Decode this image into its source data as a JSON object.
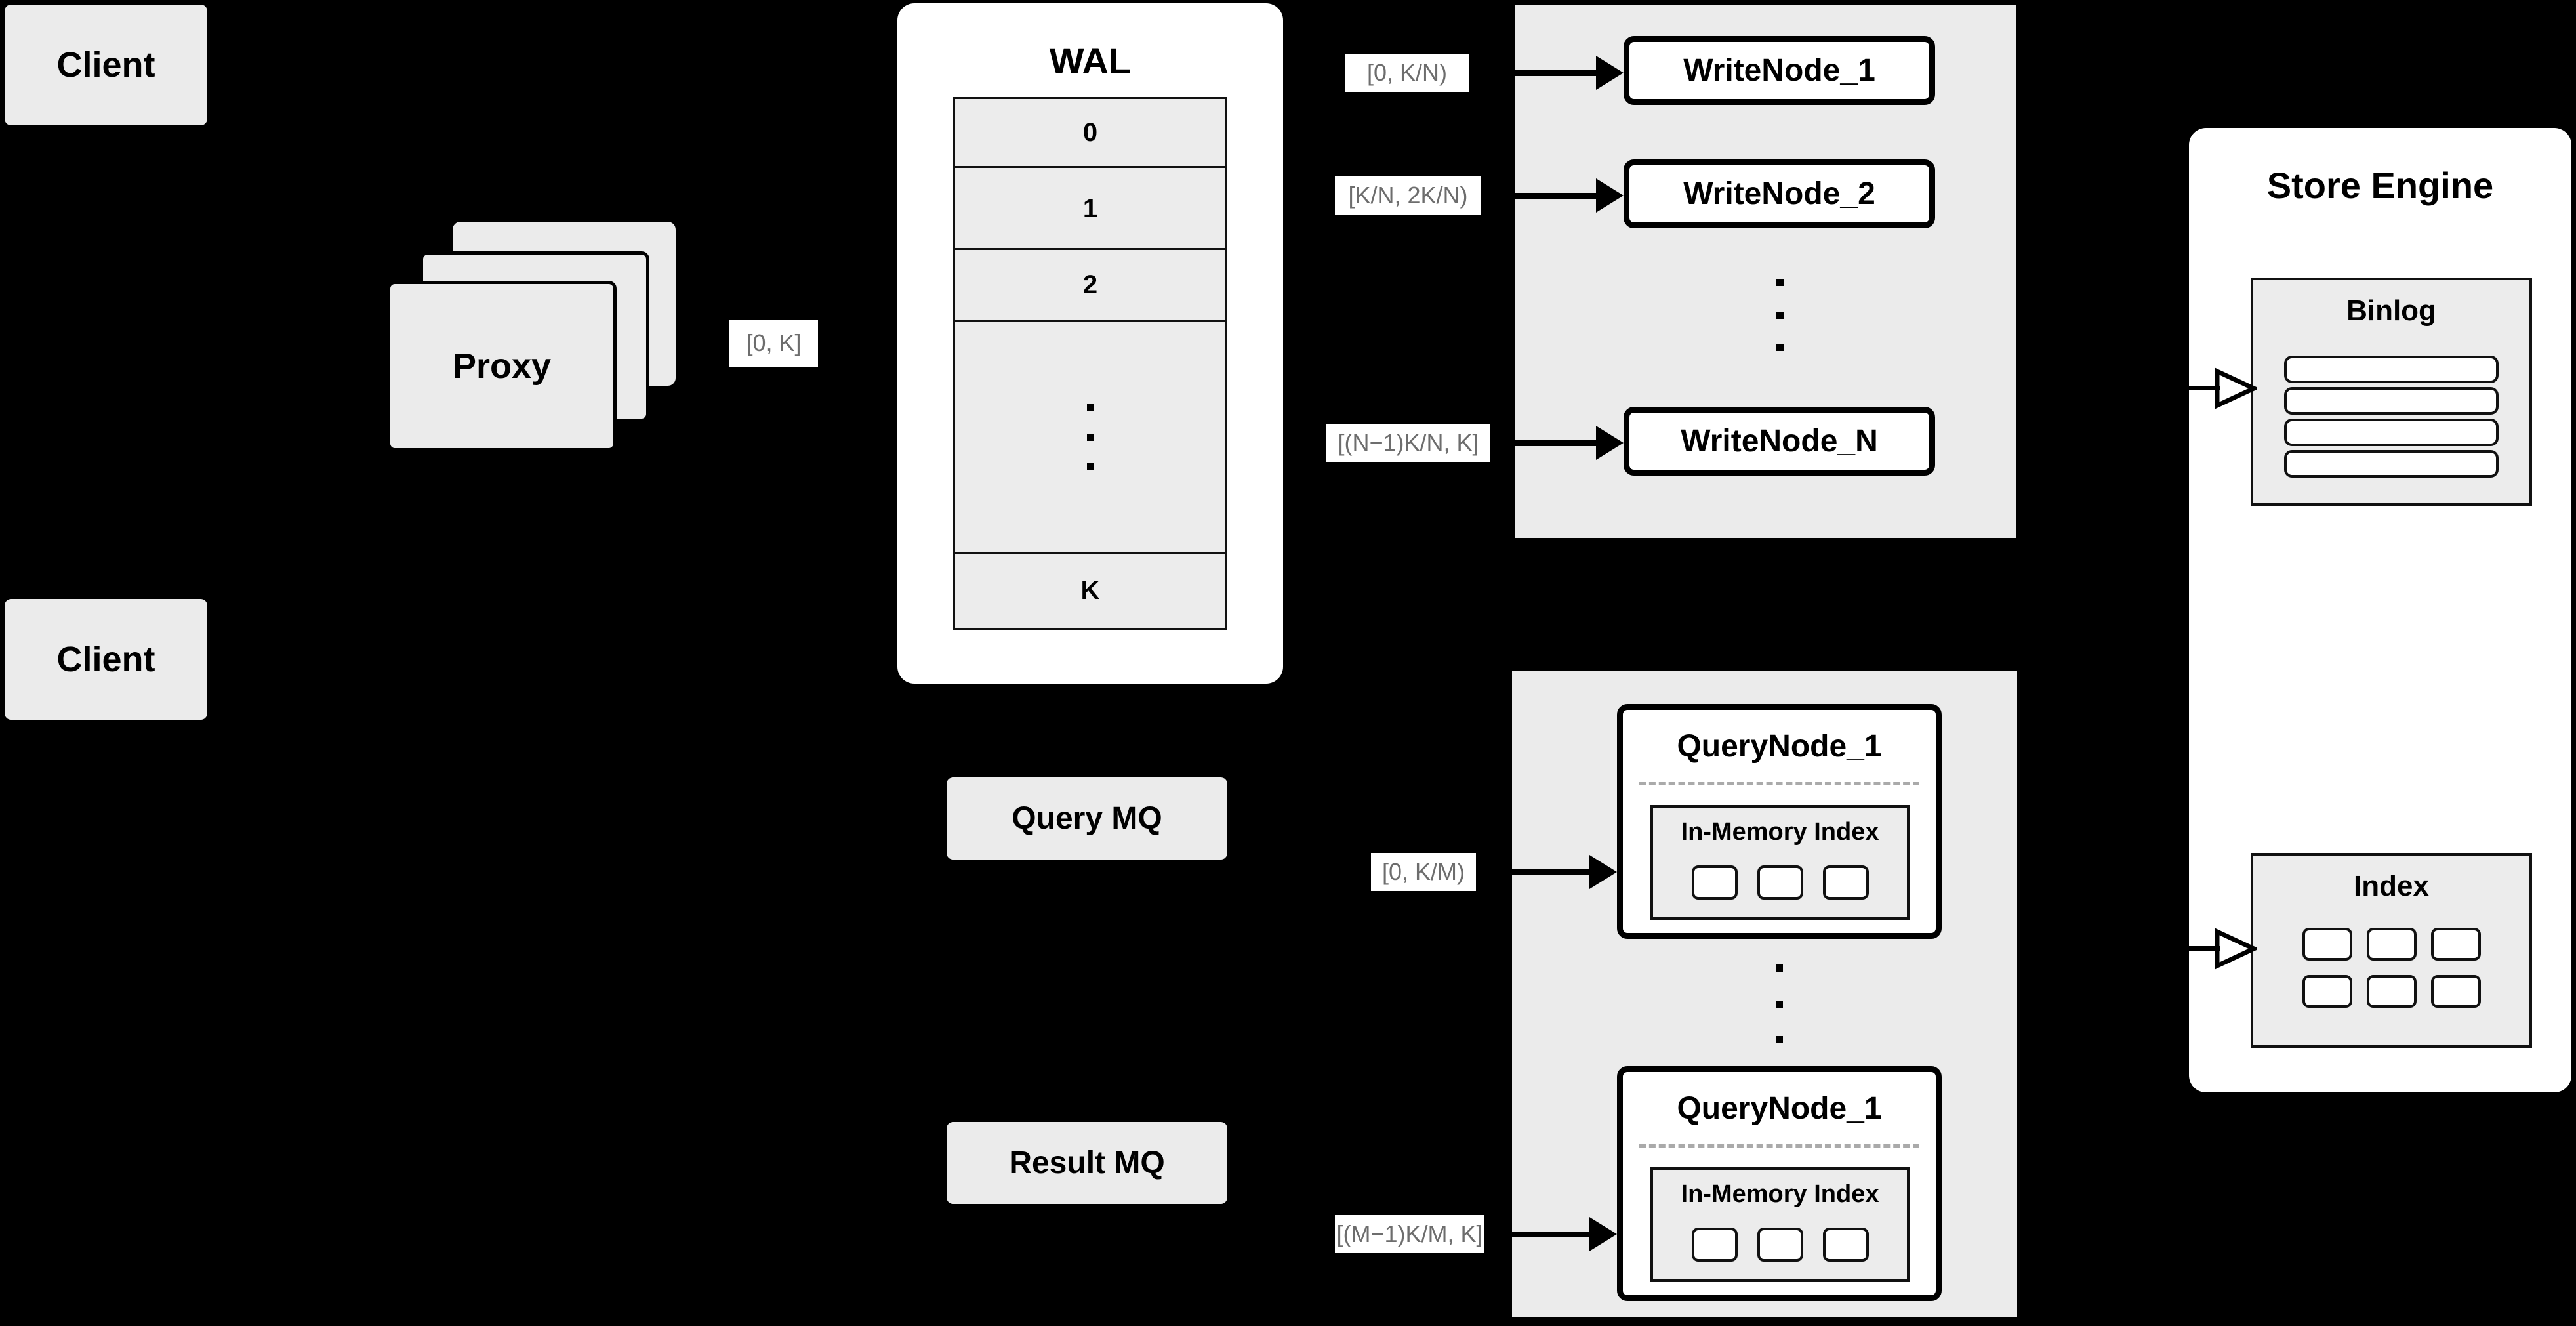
{
  "diagram": {
    "title": "Distributed write/query architecture",
    "background_color": "#000000",
    "panel_color": "#ebebeb",
    "card_color": "#ffffff",
    "label_text_color": "#6d6d6d"
  },
  "clients": [
    {
      "label": "Client"
    },
    {
      "label": "Client"
    }
  ],
  "proxy": {
    "label": "Proxy",
    "stack_count": 3
  },
  "proxy_range_label": "[0, K]",
  "wal": {
    "title": "WAL",
    "rows": [
      "0",
      "1",
      "2",
      "dots",
      "K"
    ],
    "visible_rows": [
      "0",
      "1",
      "2",
      "K"
    ],
    "ellipsis": "⋮"
  },
  "queues": [
    {
      "label": "Query MQ"
    },
    {
      "label": "Result MQ"
    }
  ],
  "write_group": {
    "nodes": [
      {
        "label": "WriteNode_1",
        "range": "[0,  K/N)"
      },
      {
        "label": "WriteNode_2",
        "range": "[K/N, 2K/N)"
      },
      {
        "label": "WriteNode_N",
        "range": "[(N−1)K/N,  K]"
      }
    ],
    "ellipsis": "⋮"
  },
  "query_group": {
    "nodes": [
      {
        "label": "QueryNode_1",
        "range": "[0, K/M)",
        "index": {
          "title": "In-Memory Index",
          "chip_count": 3
        }
      },
      {
        "label": "QueryNode_1",
        "range": "[(M−1)K/M, K]",
        "index": {
          "title": "In-Memory Index",
          "chip_count": 3
        }
      }
    ],
    "ellipsis": "⋮"
  },
  "store_engine": {
    "title": "Store Engine",
    "binlog": {
      "title": "Binlog",
      "bar_count": 4
    },
    "index": {
      "title": "Index",
      "chip_count": 6
    }
  }
}
